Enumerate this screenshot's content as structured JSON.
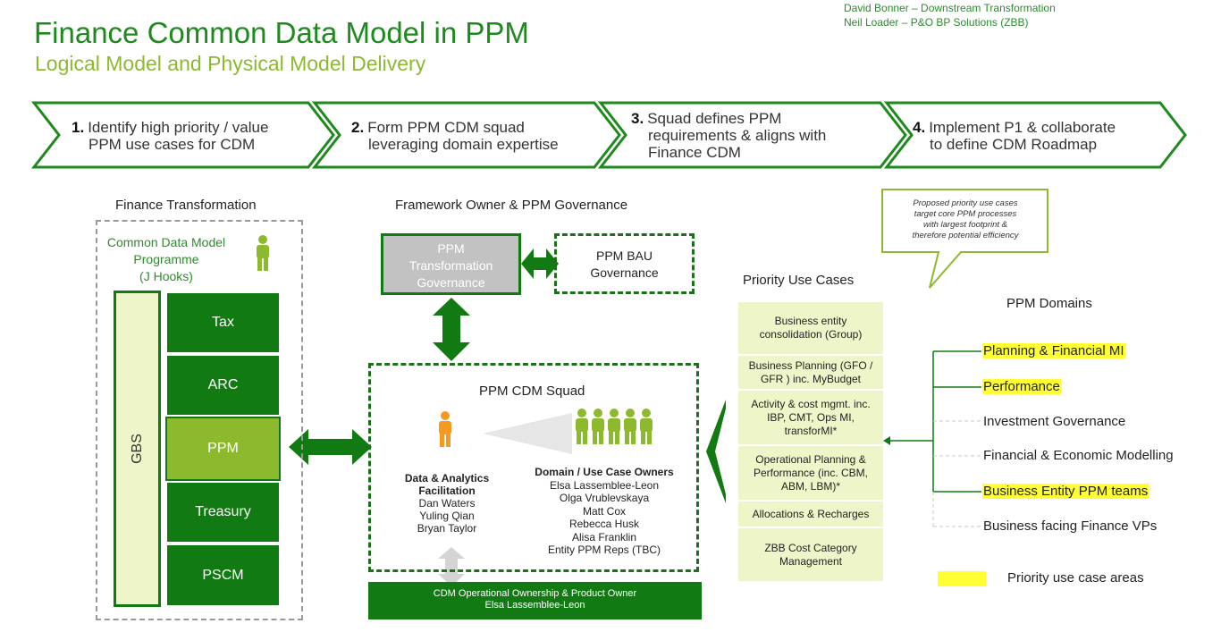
{
  "header": {
    "title": "Finance Common Data Model in PPM",
    "subtitle": "Logical Model and Physical Model Delivery",
    "authors": [
      "David Bonner – Downstream Transformation",
      "Neil Loader – P&O BP Solutions (ZBB)"
    ]
  },
  "steps": [
    {
      "num": "1.",
      "lines": [
        "Identify high priority / value",
        "PPM use cases for CDM"
      ]
    },
    {
      "num": "2.",
      "lines": [
        "Form PPM CDM squad",
        "leveraging domain expertise"
      ]
    },
    {
      "num": "3.",
      "lines": [
        "Squad defines PPM",
        "requirements & aligns with",
        "Finance CDM"
      ]
    },
    {
      "num": "4.",
      "lines": [
        "Implement P1 & collaborate",
        "to define CDM Roadmap"
      ]
    }
  ],
  "finance": {
    "header": "Finance Transformation",
    "programme": [
      "Common Data Model",
      "Programme",
      "(J Hooks)"
    ],
    "gbs": "GBS",
    "boxes": [
      "Tax",
      "ARC",
      "PPM",
      "Treasury",
      "PSCM"
    ]
  },
  "governance": {
    "header": "Framework Owner & PPM Governance",
    "transformation": [
      "PPM",
      "Transformation",
      "Governance"
    ],
    "bau": [
      "PPM BAU",
      "Governance"
    ]
  },
  "squad": {
    "title": "PPM CDM Squad",
    "facilitation_title": [
      "Data & Analytics",
      "Facilitation"
    ],
    "facilitation_names": [
      "Dan Waters",
      "Yuling Qian",
      "Bryan Taylor"
    ],
    "owners_title": "Domain / Use Case Owners",
    "owners_names": [
      "Elsa Lassemblee-Leon",
      "Olga Vrublevskaya",
      "Matt Cox",
      "Rebecca Husk",
      "Alisa Franklin",
      "Entity PPM Reps (TBC)"
    ],
    "ownership": [
      "CDM Operational Ownership & Product Owner",
      "Elsa Lassemblee-Leon"
    ]
  },
  "callout": [
    "Proposed priority use cases",
    "target core PPM processes",
    "with largest footprint &",
    "therefore potential efficiency"
  ],
  "priority": {
    "header": "Priority Use Cases",
    "items": [
      [
        "Business entity",
        "consolidation (Group)"
      ],
      [
        "Business Planning (GFO /",
        "GFR ) inc. MyBudget"
      ],
      [
        "Activity & cost mgmt. inc.",
        "IBP, CMT, Ops MI,",
        "transforMI*"
      ],
      [
        "Operational Planning &",
        "Performance (inc. CBM,",
        "ABM, LBM)*"
      ],
      [
        "Allocations & Recharges"
      ],
      [
        "ZBB Cost Category",
        "Management"
      ]
    ]
  },
  "domains": {
    "header": "PPM Domains",
    "items": [
      {
        "label": "Planning & Financial MI",
        "priority": true
      },
      {
        "label": "Performance",
        "priority": true
      },
      {
        "label": "Investment Governance",
        "priority": false
      },
      {
        "label": "Financial & Economic Modelling",
        "priority": false
      },
      {
        "label": "Business Entity PPM teams",
        "priority": true
      },
      {
        "label": "Business facing Finance VPs",
        "priority": false
      }
    ],
    "legend": "Priority use case areas"
  },
  "colors": {
    "dark_green": "#127a12",
    "light_green": "#8db92e",
    "highlight": "#ffff33",
    "pale": "#eef5c9"
  }
}
